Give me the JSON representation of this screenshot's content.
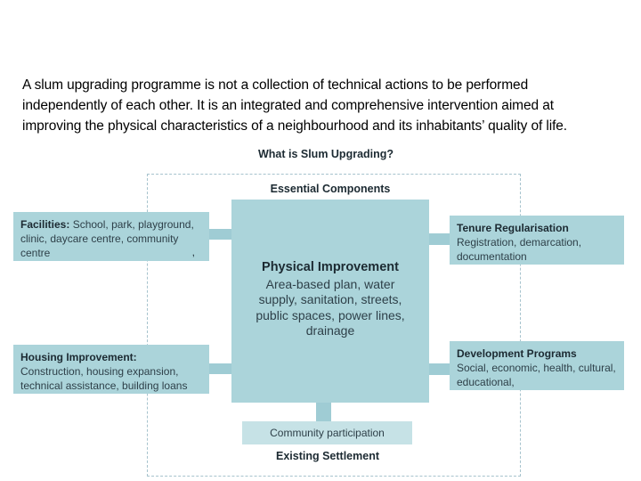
{
  "intro": {
    "lines": [
      "A slum upgrading programme is not a collection of technical actions to be performed",
      "independently of each other. It is an integrated and comprehensive intervention aimed at",
      "improving the physical characteristics of a neighbourhood and its inhabitants’ quality of life."
    ]
  },
  "diagram": {
    "title": "What is Slum Upgrading?",
    "container_label": "Essential Components",
    "center_box": {
      "title": "Physical Improvement",
      "body": "Area-based plan, water supply, sanitation, streets, public spaces, power lines, drainage"
    },
    "facilities_box": {
      "title": "Facilities:",
      "body": "School, park, playground, clinic, daycare centre, community centre",
      "stray_mark": ","
    },
    "housing_box": {
      "title": "Housing Improvement:",
      "body": "Construction, housing expansion, technical assistance, building loans"
    },
    "tenure_box": {
      "title": "Tenure Regularisation",
      "body": "Registration, demarcation, documentation"
    },
    "development_box": {
      "title": "Development Programs",
      "body": "Social, economic, health, cultural, educational,"
    },
    "community_box_label": "Community participation",
    "footer_label": "Existing Settlement",
    "colors": {
      "box_fill": "#abd4da",
      "community_fill": "#c6e2e6",
      "connector_fill": "#9fccd4",
      "dashed_border": "#a6c3cd",
      "heading_text": "#1c2a32",
      "body_text": "#2e4049"
    }
  }
}
